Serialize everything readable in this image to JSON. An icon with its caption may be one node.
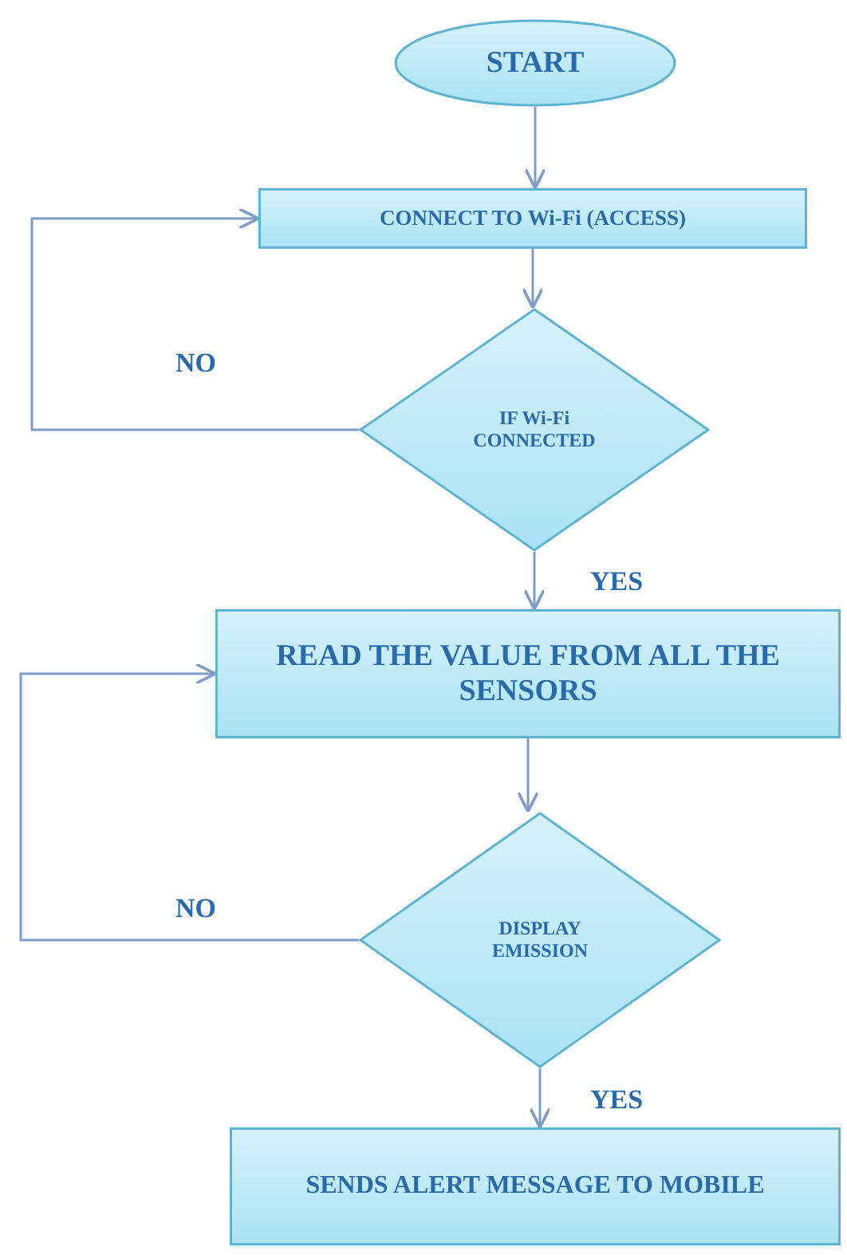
{
  "diagram": {
    "nodes": [
      {
        "text": [
          "START"
        ]
      },
      {
        "text": [
          "CONNECT TO Wi-Fi (ACCESS)"
        ]
      },
      {
        "text": [
          "IF Wi-Fi CONNECTED"
        ]
      },
      {
        "text": [
          "READ THE VALUE FROM ALL THE SENSORS"
        ]
      },
      {
        "text": [
          "DISPLAY EMISSION"
        ]
      },
      {
        "text": [
          "SENDS ALERT MESSAGE TO MOBILE"
        ]
      }
    ],
    "edges": [
      {
        "from": 0,
        "to": 1,
        "arrow": "to"
      },
      {
        "from": 1,
        "to": 2,
        "arrow": "to"
      },
      {
        "from": 2,
        "to": 1,
        "arrow": "to",
        "label": "NO"
      },
      {
        "from": 2,
        "to": 3,
        "arrow": "to",
        "label": "YES"
      },
      {
        "from": 3,
        "to": 4,
        "arrow": "to"
      },
      {
        "from": 4,
        "to": 3,
        "arrow": "to",
        "label": "NO"
      },
      {
        "from": 4,
        "to": 5,
        "arrow": "to",
        "label": "YES"
      }
    ]
  }
}
